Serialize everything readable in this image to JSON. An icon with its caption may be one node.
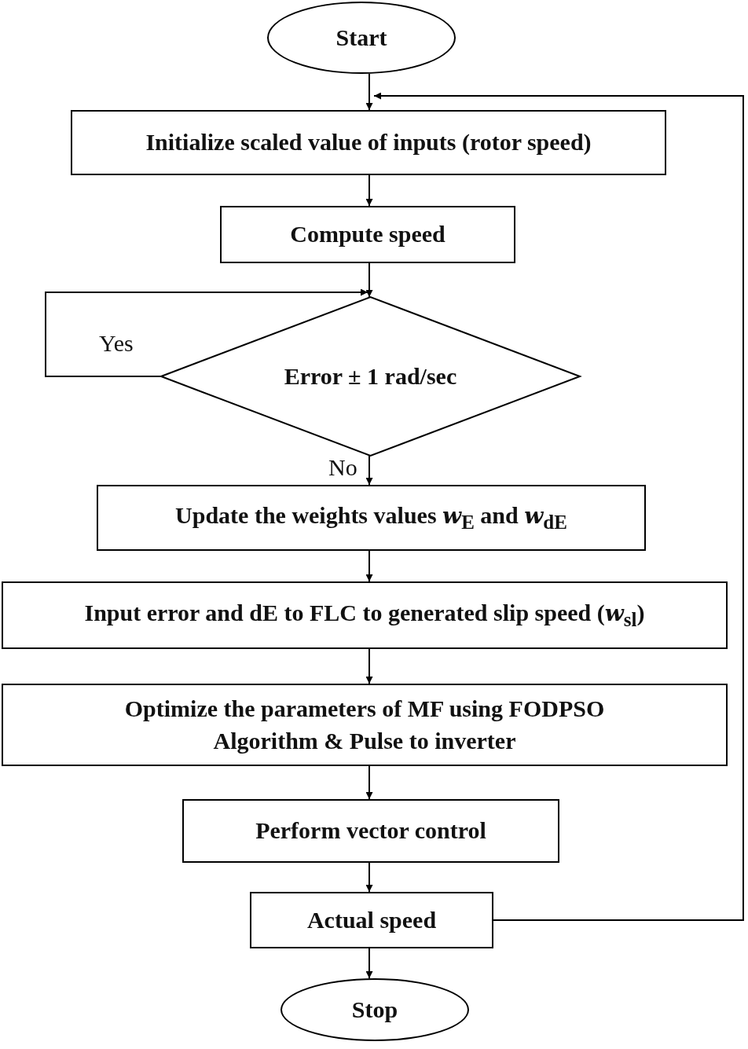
{
  "diagram": {
    "nodes": [
      {
        "text": [
          "Start"
        ]
      },
      {
        "text": [
          "Initialize scaled value of inputs (rotor speed)"
        ]
      },
      {
        "text": [
          "Compute speed"
        ]
      },
      {
        "text": [
          "Error ± 1 rad/sec"
        ]
      },
      {
        "text": [
          "Update the weights values *w*$_{E}$ and *w*$_{dE}$"
        ]
      },
      {
        "text": [
          "Input error and dE to FLC to generated slip speed (*w*$_{sl}$)"
        ]
      },
      {
        "text": [
          "Optimize the parameters of MF using FODPSO Algorithm & Pulse to inverter"
        ]
      },
      {
        "text": [
          "Perform vector control"
        ]
      },
      {
        "text": [
          "Actual speed"
        ]
      },
      {
        "text": [
          "Stop"
        ]
      }
    ],
    "edges": [
      {
        "from": 0,
        "to": 1,
        "arrow": "to"
      },
      {
        "from": 1,
        "to": 2,
        "arrow": "to"
      },
      {
        "from": 2,
        "to": 3,
        "arrow": "to"
      },
      {
        "from": 3,
        "to": 3,
        "arrow": "to",
        "label": "Yes"
      },
      {
        "from": 3,
        "to": 4,
        "arrow": "to",
        "label": "No"
      },
      {
        "from": 4,
        "to": 5,
        "arrow": "to"
      },
      {
        "from": 5,
        "to": 6,
        "arrow": "to"
      },
      {
        "from": 6,
        "to": 7,
        "arrow": "to"
      },
      {
        "from": 7,
        "to": 8,
        "arrow": "to"
      },
      {
        "from": 8,
        "to": 9,
        "arrow": "to"
      },
      {
        "from": 8,
        "to": 1,
        "arrow": "to"
      }
    ]
  }
}
